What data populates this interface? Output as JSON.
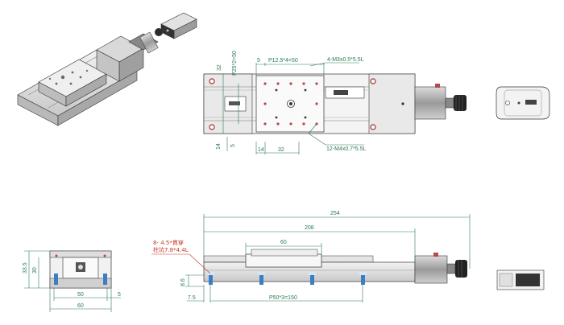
{
  "top_view": {
    "label_pitch": "P12.5*4=50",
    "label_tap_top": "4-M3x0.5*5.5L",
    "label_tap_bottom": "12-M4x0.7*5.5L",
    "label_pitch_vertical": "P25*2=50",
    "dim_32_left": "32",
    "dim_5_top": "5",
    "dim_14_left": "14",
    "dim_5_left": "5",
    "dim_14_bottom": "14",
    "dim_32_bottom": "32"
  },
  "side_view": {
    "dim_total": "254",
    "dim_208": "208",
    "dim_60_carriage": "60",
    "dim_8_6": "8.6",
    "dim_7_5": "7.5",
    "label_pitch": "P50*3=150",
    "note_line1": "8- 4.5*貫穿",
    "note_line2": "柱坑7.8*4.4L"
  },
  "end_view": {
    "dim_33_5": "33.5",
    "dim_30": "30",
    "dim_50": "50",
    "dim_5": "5",
    "dim_60": "60"
  },
  "colors": {
    "dimension": "#2c7a54",
    "note": "#c0392b",
    "metal_light": "#e6e6e6",
    "metal_mid": "#c8c8c8",
    "metal_dark": "#555555",
    "hole_red": "#b44a4a",
    "motor_dark": "#222222"
  }
}
